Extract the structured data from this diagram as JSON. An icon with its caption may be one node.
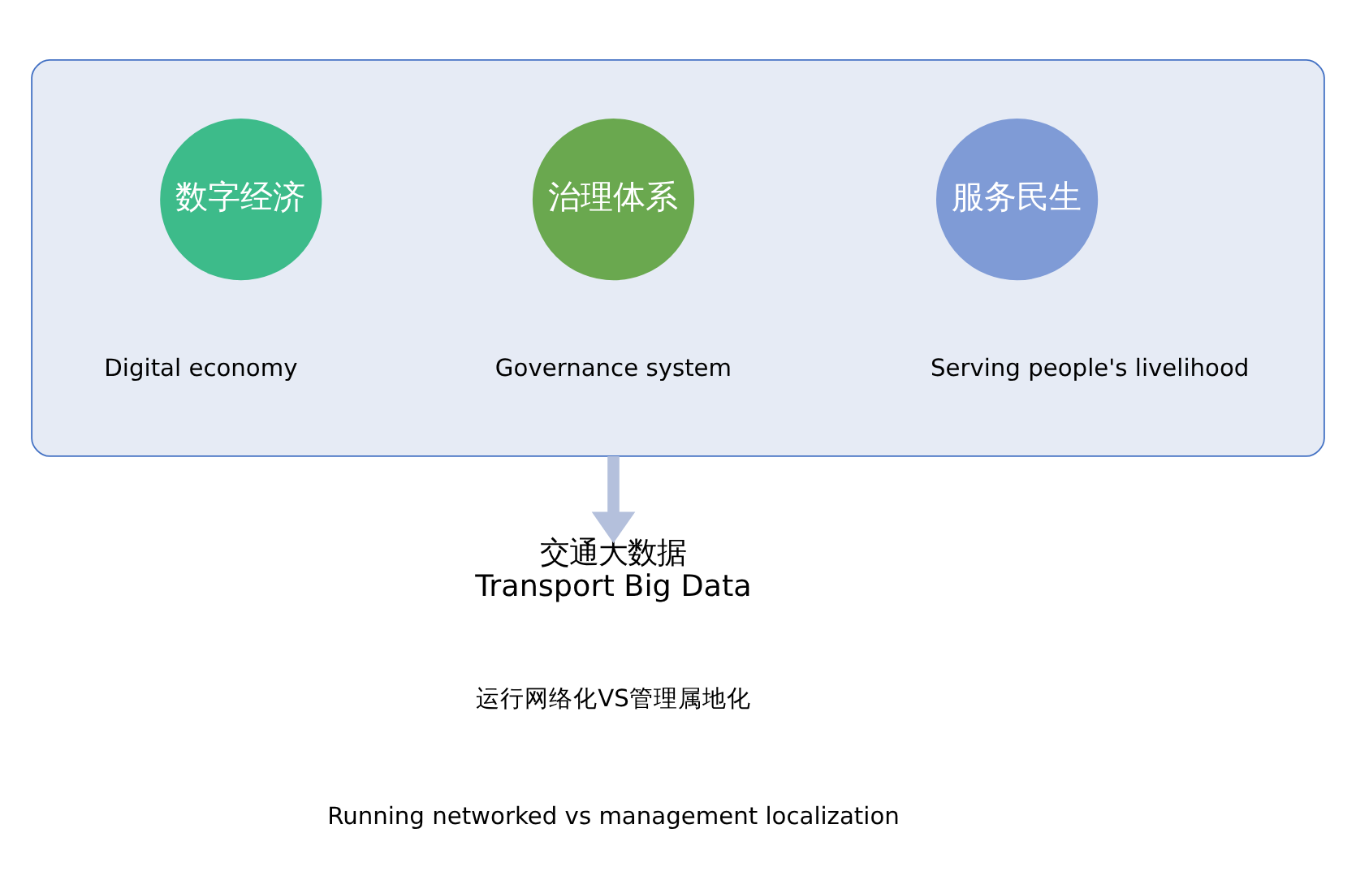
{
  "diagram": {
    "nodes": [
      {
        "text": [],
        "shape": "funnel"
      },
      {
        "text": [
          "数字经济"
        ],
        "in": 0,
        "beside": [
          "Digital economy"
        ]
      },
      {
        "text": [
          "治理体系"
        ],
        "in": 0,
        "beside": [
          "Governance system"
        ]
      },
      {
        "text": [
          "服务民生"
        ],
        "in": 0,
        "beside": [
          "Serving people's livelihood"
        ]
      },
      {
        "text": [
          "交通大数据",
          "Transport Big Data"
        ]
      }
    ],
    "edges": [
      {
        "from": 0,
        "to": 4,
        "arrow": "to"
      }
    ],
    "labels": [
      "运行网络化VS管理属地化",
      "Running networked vs management localization"
    ]
  }
}
